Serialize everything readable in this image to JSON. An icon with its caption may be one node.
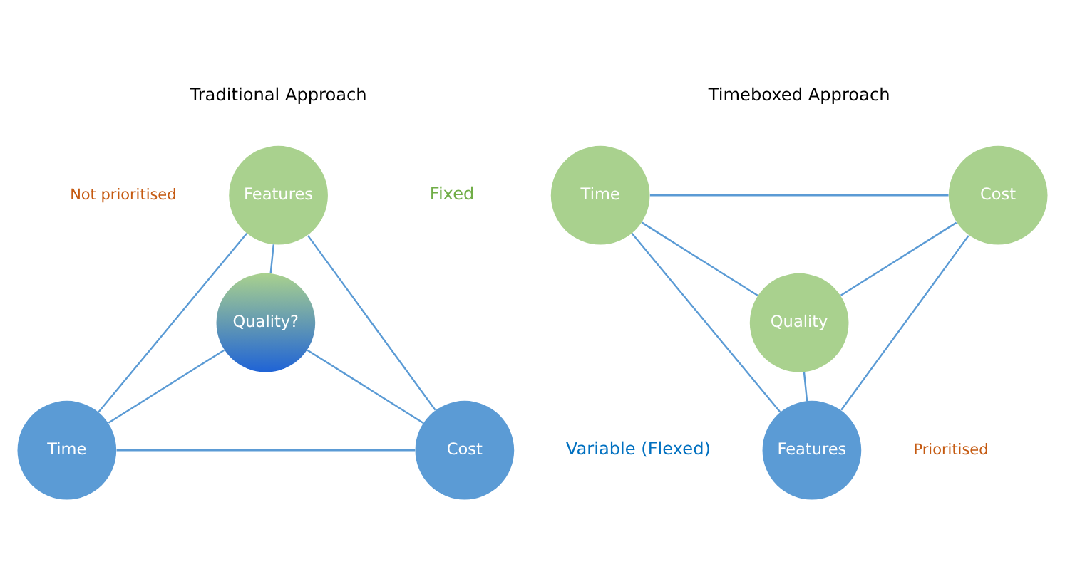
{
  "diagram": {
    "nodes": [
      {
        "text": [
          "Features"
        ],
        "beside": [
          "Not prioritised"
        ]
      },
      {
        "text": [
          "Quality?"
        ]
      },
      {
        "text": [
          "Time"
        ]
      },
      {
        "text": [
          "Cost"
        ]
      },
      {
        "text": [
          "Time"
        ]
      },
      {
        "text": [
          "Cost"
        ]
      },
      {
        "text": [
          "Quality"
        ]
      },
      {
        "text": [
          "Features"
        ],
        "beside": [
          "Prioritised"
        ]
      }
    ],
    "edges": [
      {
        "from": 0,
        "to": 2,
        "arrow": "none"
      },
      {
        "from": 0,
        "to": 3,
        "arrow": "none"
      },
      {
        "from": 2,
        "to": 3,
        "arrow": "none"
      },
      {
        "from": 0,
        "to": 1,
        "arrow": "none"
      },
      {
        "from": 1,
        "to": 2,
        "arrow": "none"
      },
      {
        "from": 1,
        "to": 3,
        "arrow": "none"
      },
      {
        "from": 4,
        "to": 5,
        "arrow": "none"
      },
      {
        "from": 4,
        "to": 7,
        "arrow": "none"
      },
      {
        "from": 5,
        "to": 7,
        "arrow": "none"
      },
      {
        "from": 4,
        "to": 6,
        "arrow": "none"
      },
      {
        "from": 5,
        "to": 6,
        "arrow": "none"
      },
      {
        "from": 6,
        "to": 7,
        "arrow": "none"
      }
    ],
    "labels": [
      "Traditional Approach",
      "Timeboxed Approach",
      "Fixed",
      "Variable (Flexed)"
    ]
  }
}
